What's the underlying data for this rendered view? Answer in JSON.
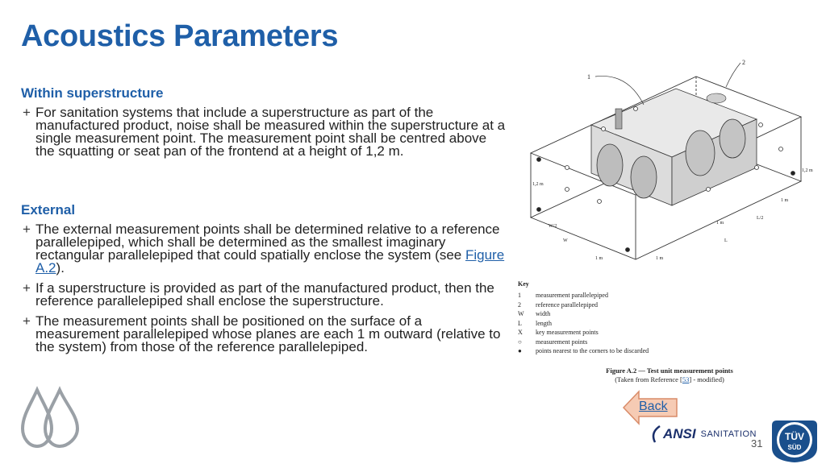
{
  "title": "Acoustics Parameters",
  "sections": [
    {
      "heading": "Within superstructure",
      "bullets": [
        "For sanitation systems that include a superstructure as part of the manufactured product, noise shall be measured within the superstructure at a single measurement point. The measurement point shall be centred above the squatting or seat pan of the frontend at a height of 1,2 m."
      ]
    },
    {
      "heading": "External",
      "bullets": [
        "The external measurement points shall be determined relative to a reference parallelepiped, which shall be determined as the smallest imaginary rectangular parallelepiped that could spatially enclose the system (see ",
        "If a superstructure is provided as part of the manufactured product, then the reference parallelepiped shall enclose the superstructure.",
        "The measurement points shall be positioned on the surface of a measurement parallelepiped whose planes are each 1 m outward (relative to the system) from those of the reference parallelepiped."
      ],
      "link_text": "Figure A.2",
      "link_suffix": ")."
    }
  ],
  "bullet_symbol": "+",
  "figure": {
    "callouts": [
      "1",
      "2"
    ],
    "dims": [
      "1,2 m",
      "1,2 m",
      "1 m",
      "L/2",
      "1 m",
      "W/2",
      "W",
      "L",
      "1 m",
      "1 m"
    ],
    "key_title": "Key",
    "key": [
      {
        "sym": "1",
        "text": "measurement parallelepiped"
      },
      {
        "sym": "2",
        "text": "reference parallelepiped"
      },
      {
        "sym": "W",
        "text": "width"
      },
      {
        "sym": "L",
        "text": "length"
      },
      {
        "sym": "X",
        "text": "key measurement points"
      },
      {
        "sym": "○",
        "text": "measurement points"
      },
      {
        "sym": "●",
        "text": "points nearest to the corners to be discarded"
      }
    ],
    "caption_bold": "Figure A.2 — Test unit measurement points",
    "caption_prefix": "(Taken from Reference [",
    "caption_ref": "53",
    "caption_suffix": "] - modified)"
  },
  "back_label": "Back",
  "logo": {
    "ansi": "ANSI",
    "sanitation": "SANITATION",
    "tuv_line1": "TÜV",
    "tuv_line2": "SÜD"
  },
  "page_number": "31",
  "colors": {
    "title": "#1f5fa8",
    "back_fill": "#f6cbb4",
    "back_border": "#d98b68",
    "drops": "#9aa0a6"
  }
}
